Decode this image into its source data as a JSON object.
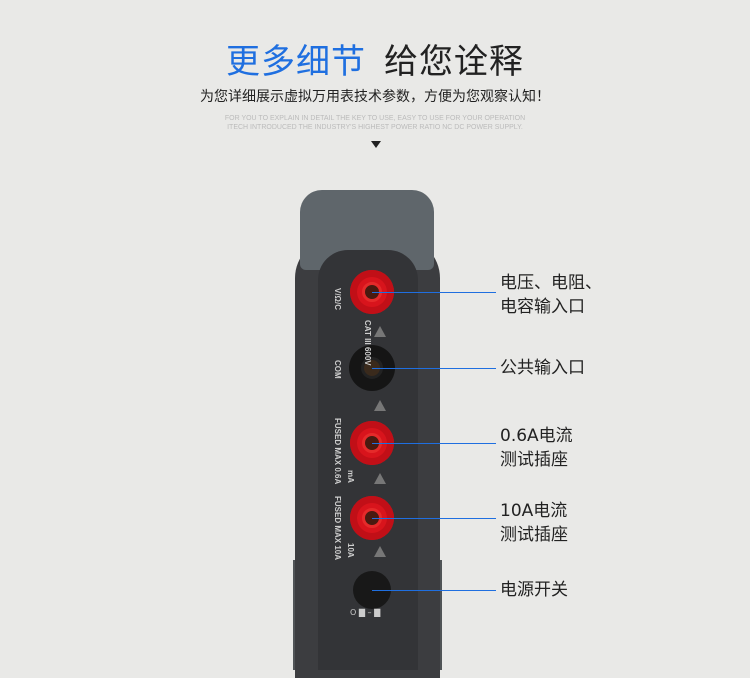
{
  "header": {
    "title_blue": "更多细节",
    "title_dark": "给您诠释",
    "subtitle": "为您详细展示虚拟万用表技术参数，方便为您观察认知！",
    "en_line1": "FOR YOU TO EXPLAIN IN DETAIL THE KEY TO USE, EASY TO USE FOR YOUR OPERATION",
    "en_line2": "ITECH INTRODUCED THE INDUSTRY'S HIGHEST POWER RATIO NC DC POWER SUPPLY."
  },
  "device": {
    "v_label": "V/Ω/C",
    "cat_label": "CAT III 600V",
    "com_label": "COM",
    "ma_fuse": "FUSED MAX 0.6A",
    "ma_label": "mA",
    "a_fuse": "FUSED MAX 10A",
    "a_label": "10A",
    "power_symbols": "O ▇ – ▇"
  },
  "callouts": [
    {
      "line1": "电压、电阻、",
      "line2": "电容输入口"
    },
    {
      "line1": "公共输入口",
      "line2": ""
    },
    {
      "line1": "0.6A电流",
      "line2": "测试插座"
    },
    {
      "line1": "10A电流",
      "line2": "测试插座"
    },
    {
      "line1": "电源开关",
      "line2": ""
    }
  ],
  "colors": {
    "accent": "#1f6fe0",
    "jack_red": "#d8141c"
  }
}
